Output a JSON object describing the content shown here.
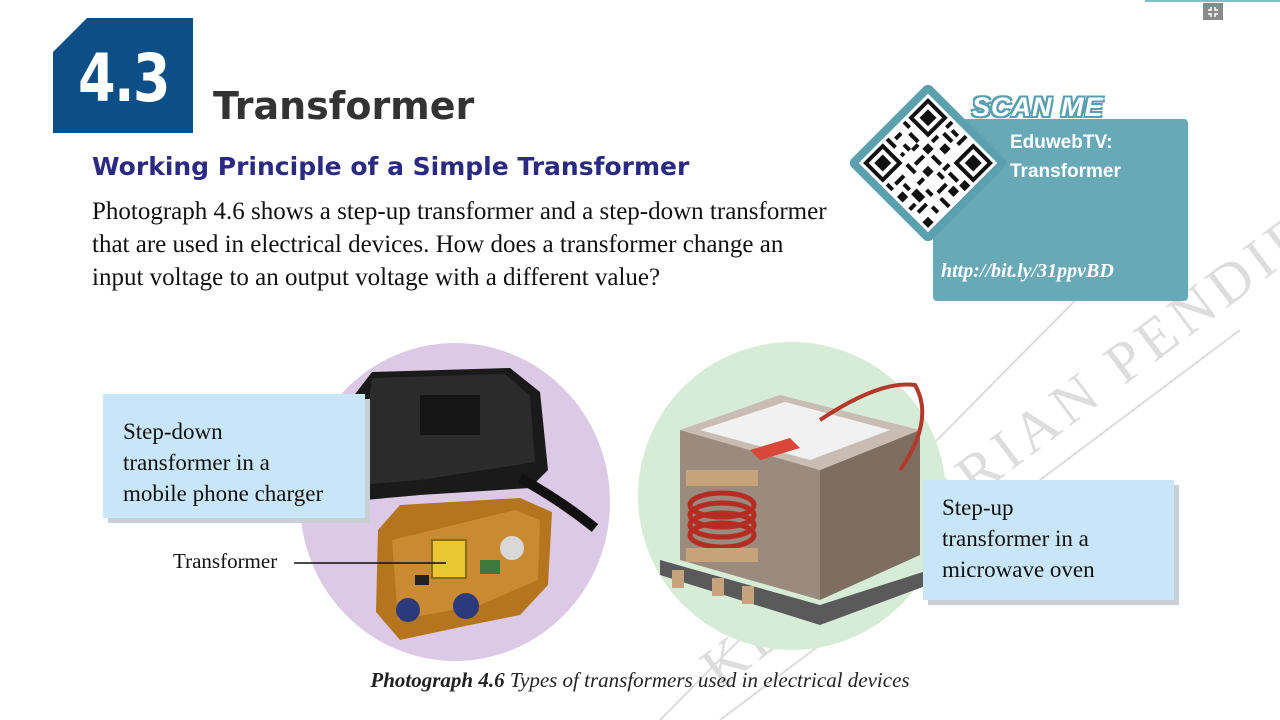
{
  "section": {
    "number": "4.3",
    "title": "Transformer"
  },
  "subtitle": "Working Principle of a Simple Transformer",
  "paragraph": "Photograph 4.6 shows a step-up transformer and a step-down transformer that are used in electrical devices. How does a transformer change an input voltage to an output voltage with a different value?",
  "qr_panel": {
    "scan_label": "SCAN ME",
    "title_line1": "EduwebTV:",
    "title_line2": "Transformer",
    "link": "http://bit.ly/31ppvBD",
    "color": "#68a9b8"
  },
  "callouts": {
    "left": "Step-down\ntransformer in a\nmobile phone charger",
    "right": "Step-up\ntransformer in a\nmicrowave oven",
    "pointer_label": "Transformer",
    "color": "#c8e6f7"
  },
  "caption": {
    "label": "Photograph 4.6",
    "text": " Types of transformers used in electrical devices"
  },
  "watermark": "KEMENTERIAN PENDIDIKAN MALAYSIA",
  "colors": {
    "section_box": "#0b4f86",
    "subtitle": "#2b2a82",
    "title": "#333333"
  },
  "icons": {
    "fullscreen": "fullscreen-exit-icon"
  }
}
